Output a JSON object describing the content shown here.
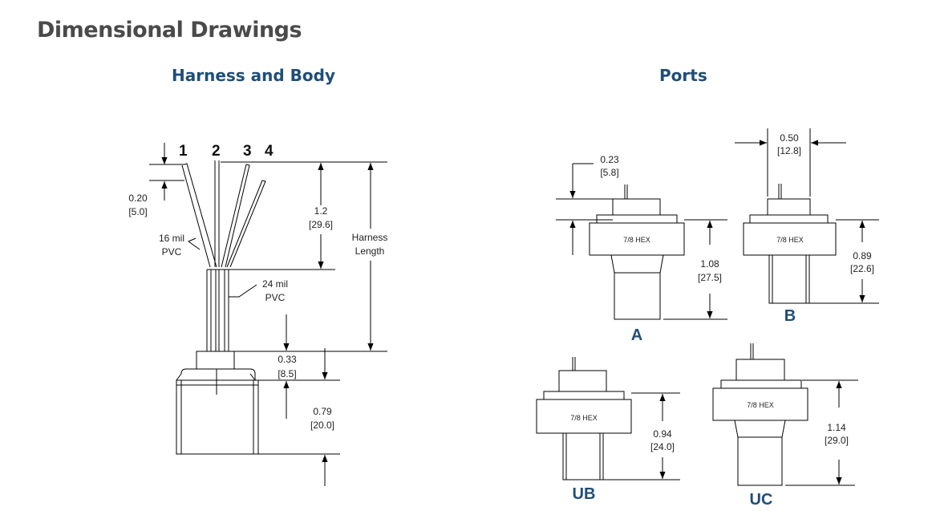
{
  "page": {
    "title": "Dimensional Drawings"
  },
  "sections": {
    "harness": "Harness and Body",
    "ports": "Ports"
  },
  "harness": {
    "wire_numbers": [
      "1",
      "2",
      "3",
      "4"
    ],
    "wire_tip": {
      "value": "0.20",
      "metric": "[5.0]"
    },
    "wire_insulation": {
      "line1": "16 mil",
      "line2": "PVC"
    },
    "jacket": {
      "line1": "24 mil",
      "line2": "PVC"
    },
    "lead_length": {
      "value": "1.2",
      "metric": "[29.6]"
    },
    "harness_length": {
      "line1": "Harness",
      "line2": "Length"
    },
    "neck": {
      "value": "0.33",
      "metric": "[8.5]"
    },
    "body": {
      "value": "0.79",
      "metric": "[20.0]"
    }
  },
  "ports": {
    "shared": {
      "hex_label": "7/8 HEX",
      "top_height": {
        "value": "0.23",
        "metric": "[5.8]"
      },
      "top_width": {
        "value": "0.50",
        "metric": "[12.8]"
      }
    },
    "items": [
      {
        "label": "A",
        "height": "1.08",
        "metric": "[27.5]"
      },
      {
        "label": "B",
        "height": "0.89",
        "metric": "[22.6]"
      },
      {
        "label": "UB",
        "height": "0.94",
        "metric": "[24.0]"
      },
      {
        "label": "UC",
        "height": "1.14",
        "metric": "[29.0]"
      }
    ]
  },
  "colors": {
    "title": "#4a4a4a",
    "accent": "#1f4e79",
    "line": "#000000"
  }
}
